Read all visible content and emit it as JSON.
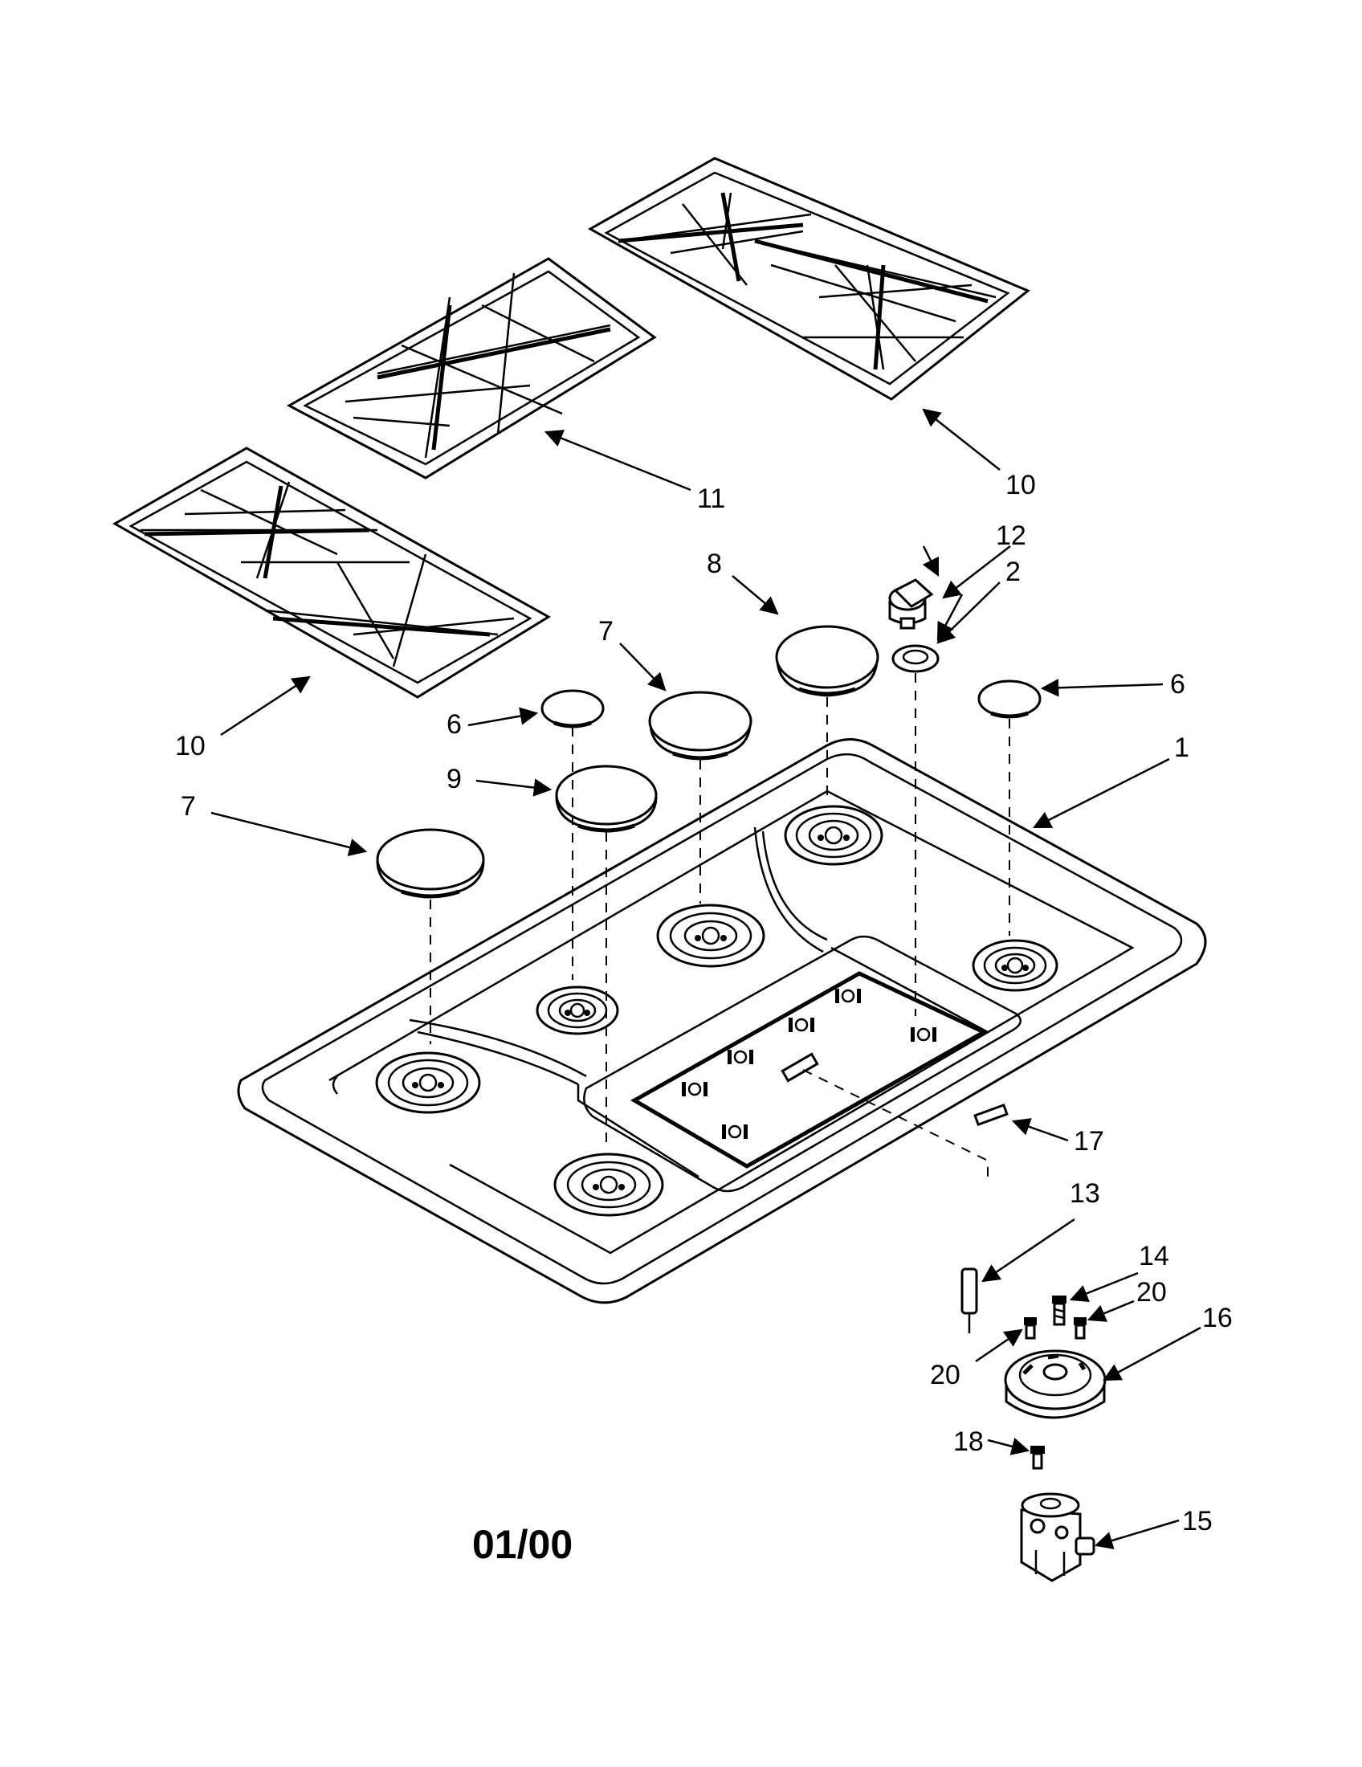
{
  "callouts": {
    "grate_10_right": "10",
    "grate_11": "11",
    "grate_10_left": "10",
    "knob_12": "12",
    "bezel_2": "2",
    "cap_8": "8",
    "cap_7_center": "7",
    "cap_6_left": "6",
    "cap_6_right": "6",
    "cooktop_1": "1",
    "cap_9": "9",
    "cap_7_left": "7",
    "trim_17": "17",
    "electrode_13": "13",
    "screw_14": "14",
    "screw_20_right": "20",
    "burner_base_16": "16",
    "screw_20_left": "20",
    "screw_18": "18",
    "valve_15": "15"
  },
  "footer": {
    "date_code": "01/00"
  }
}
